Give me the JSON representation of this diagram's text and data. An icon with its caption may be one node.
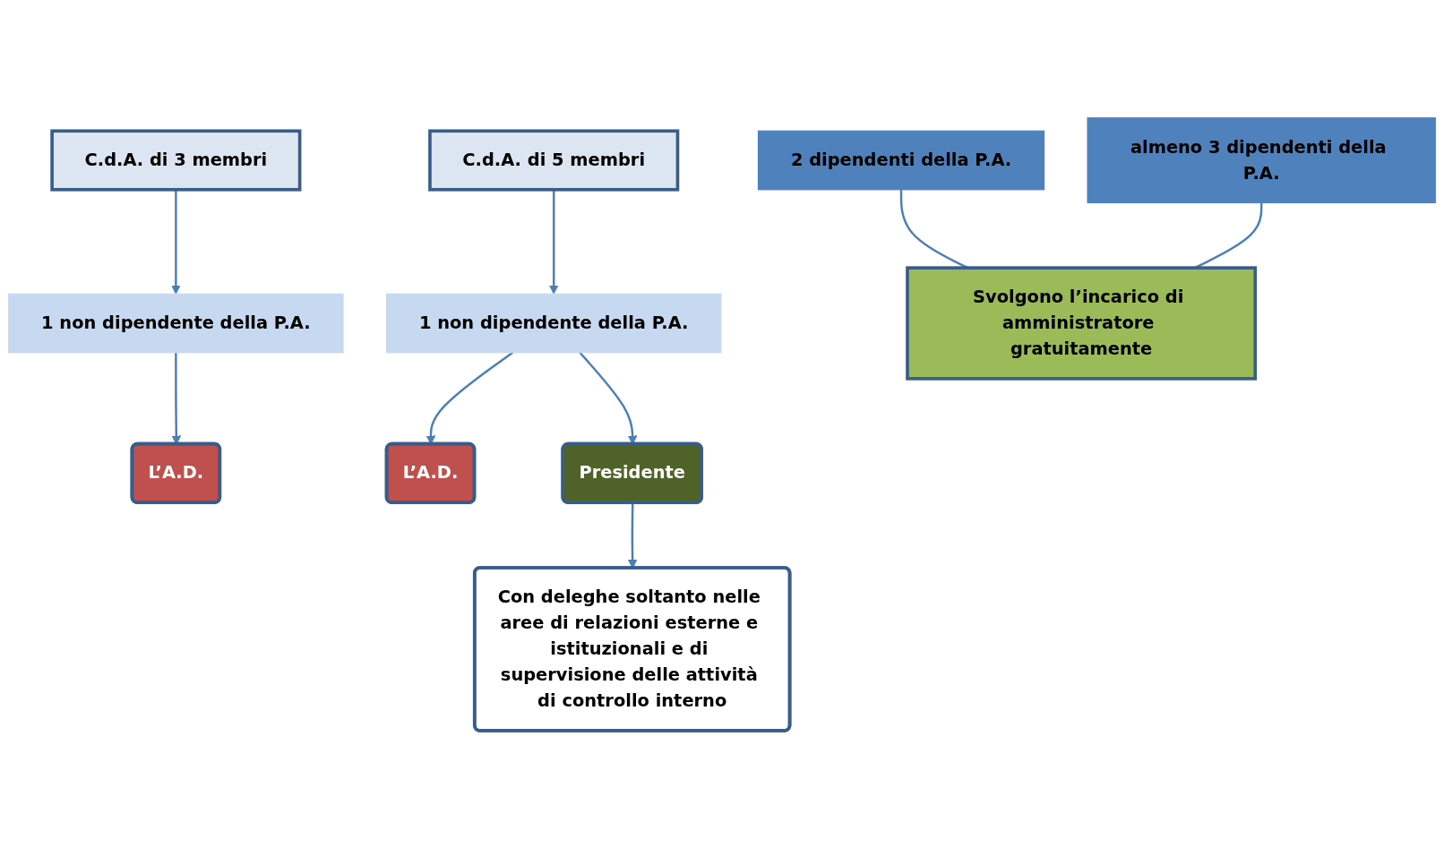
{
  "diagram": {
    "nodes": [
      {
        "text": [
          "C.d.A. di 3 membri"
        ]
      },
      {
        "text": [
          "C.d.A. di 5 membri"
        ]
      },
      {
        "text": [
          "1 non dipendente della P.A."
        ]
      },
      {
        "text": [
          "2 dipendenti della P.A."
        ]
      },
      {
        "text": [
          "almeno 3 dipendenti della P.A."
        ]
      },
      {
        "text": [
          "1 non dipendente della P.A."
        ]
      },
      {
        "text": [
          "L’A.D."
        ]
      },
      {
        "text": [
          "Svolgono l’incarico di amministratore gratuitamente"
        ]
      },
      {
        "text": [
          "L’A.D."
        ]
      },
      {
        "text": [
          "Presidente"
        ]
      },
      {
        "text": [
          "Con deleghe soltanto nelle aree di relazioni esterne e istituzionali e di supervisione delle attività di controllo interno"
        ]
      }
    ],
    "edges": [
      {
        "from": 0,
        "to": 2,
        "arrow": "to"
      },
      {
        "from": 1,
        "to": 5,
        "arrow": "to"
      },
      {
        "from": 2,
        "to": 6,
        "arrow": "to"
      },
      {
        "from": 3,
        "to": 7,
        "arrow": "none"
      },
      {
        "from": 4,
        "to": 7,
        "arrow": "none"
      },
      {
        "from": 5,
        "to": 8,
        "arrow": "to"
      },
      {
        "from": 5,
        "to": 9,
        "arrow": "to"
      },
      {
        "from": 9,
        "to": 10,
        "arrow": "to"
      }
    ]
  }
}
